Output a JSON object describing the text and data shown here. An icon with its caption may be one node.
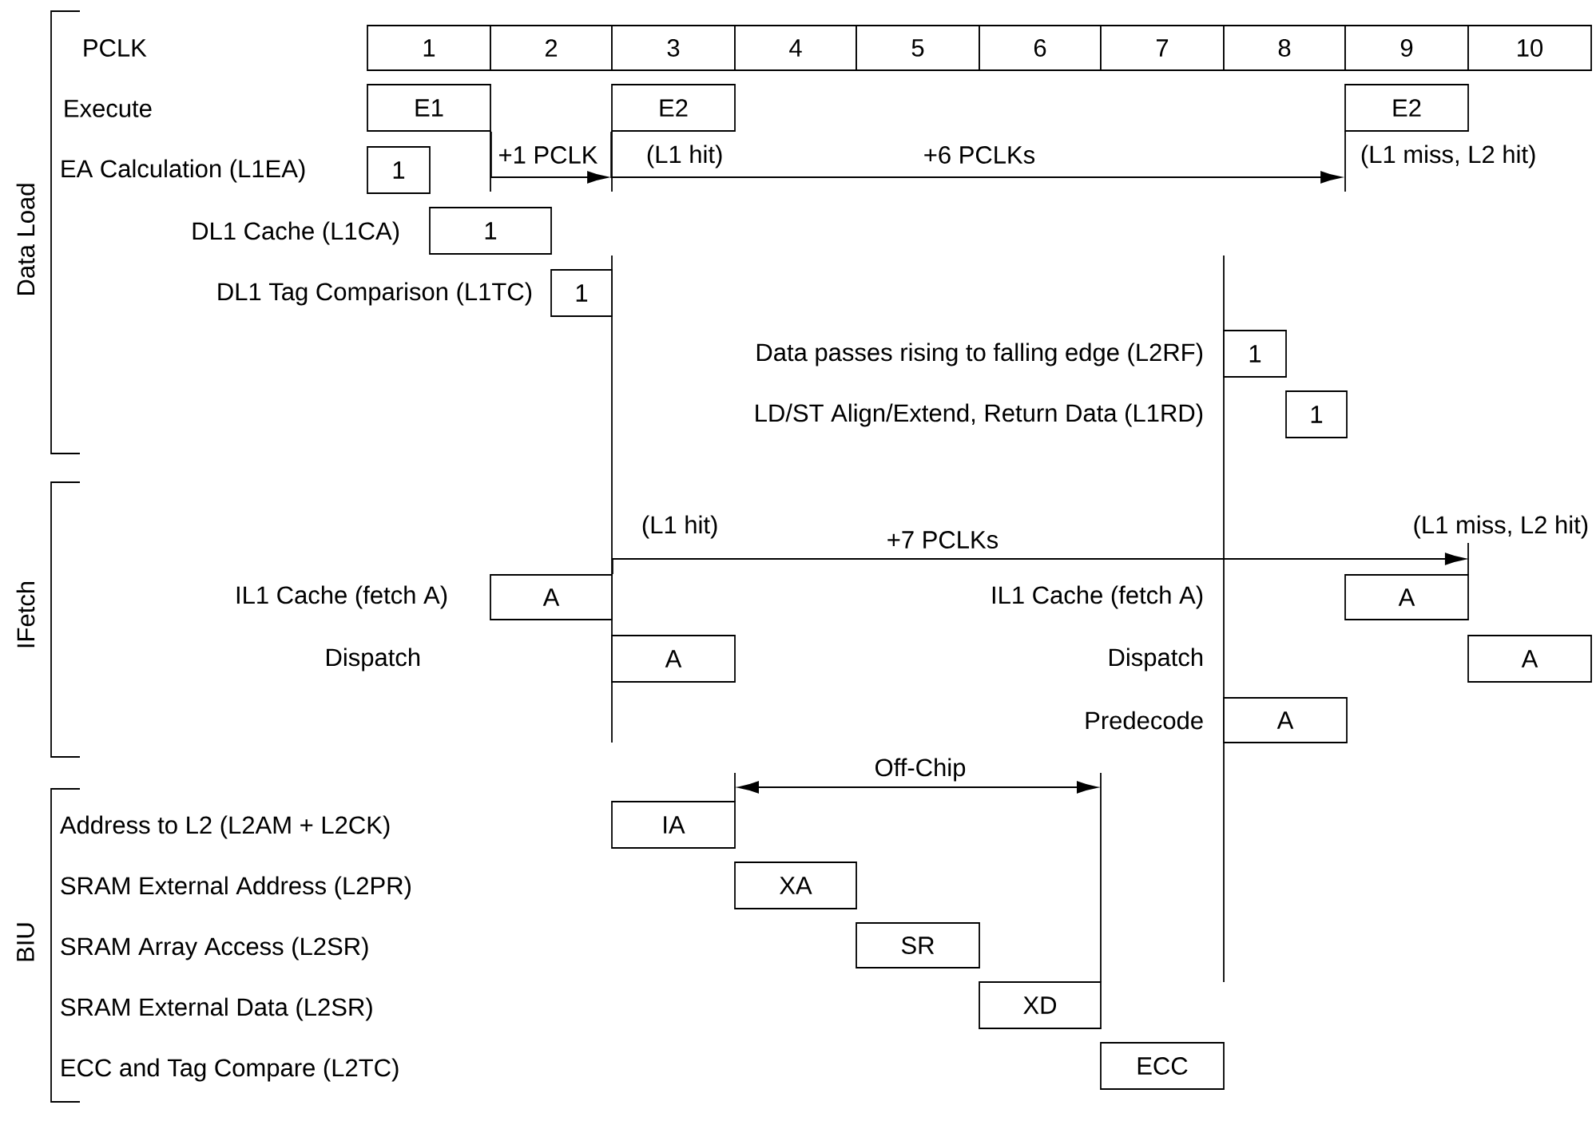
{
  "diagram": {
    "nodes": [
      {
        "text": [
          "1"
        ]
      },
      {
        "text": [
          "2"
        ]
      },
      {
        "text": [
          "3"
        ]
      },
      {
        "text": [
          "4"
        ]
      },
      {
        "text": [
          "5"
        ]
      },
      {
        "text": [
          "6"
        ]
      },
      {
        "text": [
          "7"
        ]
      },
      {
        "text": [
          "8"
        ]
      },
      {
        "text": [
          "9"
        ]
      },
      {
        "text": [
          "10"
        ]
      },
      {
        "text": [
          "E1"
        ]
      },
      {
        "text": [
          "E2"
        ]
      },
      {
        "text": [
          "E2"
        ]
      },
      {
        "text": [
          "1"
        ]
      },
      {
        "text": [
          "1"
        ]
      },
      {
        "text": [
          "1"
        ]
      },
      {
        "text": [
          "1"
        ]
      },
      {
        "text": [
          "1"
        ]
      },
      {
        "text": [
          "A"
        ]
      },
      {
        "text": [
          "A"
        ]
      },
      {
        "text": [
          "A"
        ]
      },
      {
        "text": [
          "A"
        ]
      },
      {
        "text": [
          "A"
        ]
      },
      {
        "text": [
          "IA"
        ]
      },
      {
        "text": [
          "XA"
        ]
      },
      {
        "text": [
          "SR"
        ]
      },
      {
        "text": [
          "XD"
        ]
      },
      {
        "text": [
          "ECC"
        ]
      }
    ],
    "edges": [
      {
        "from": 10,
        "to": 11,
        "arrow": "to",
        "label": "+1 PCLK"
      },
      {
        "from": 11,
        "to": 12,
        "arrow": "to",
        "label": "+6 PCLKs"
      },
      {
        "from": 18,
        "to": 19,
        "arrow": "to",
        "label": "+7 PCLKs"
      }
    ],
    "labels": [
      "Data Load",
      "PCLK",
      "Execute",
      "EA Calculation (L1EA)",
      "(L1 hit)",
      "(L1 miss, L2 hit)",
      "DL1 Cache (L1CA)",
      "DL1 Tag Comparison (L1TC)",
      "Data passes rising to falling edge (L2RF)",
      "LD/ST Align/Extend, Return Data (L1RD)",
      "IFetch",
      "(L1 hit)",
      "(L1 miss, L2 hit)",
      "IL1 Cache (fetch A)",
      "IL1 Cache (fetch A)",
      "Dispatch",
      "Dispatch",
      "Predecode",
      "BIU",
      "Off-Chip",
      "Address to L2 (L2AM + L2CK)",
      "SRAM External Address (L2PR)",
      "SRAM Array Access (L2SR)",
      "SRAM External Data (L2SR)",
      "ECC and Tag Compare (L2TC)"
    ]
  }
}
